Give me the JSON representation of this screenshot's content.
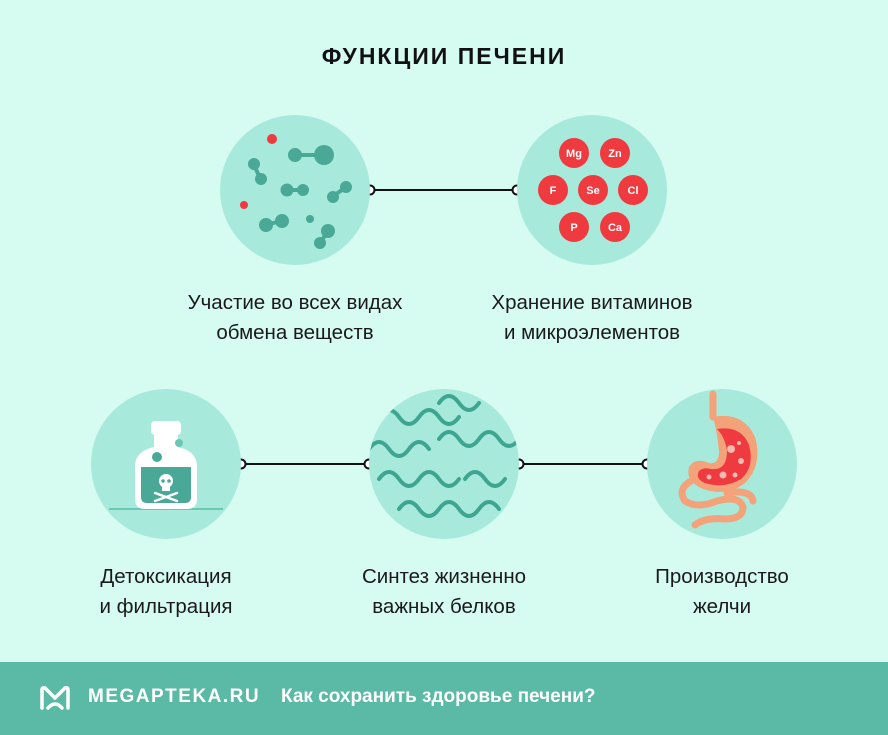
{
  "title": "ФУНКЦИИ ПЕЧЕНИ",
  "functions": [
    {
      "line1": "Участие во всех видах",
      "line2": "обмена веществ",
      "icon": "molecules-icon"
    },
    {
      "line1": "Хранение витаминов",
      "line2": "и микроэлементов",
      "icon": "elements-icon"
    },
    {
      "line1": "Детоксикация",
      "line2": "и фильтрация",
      "icon": "poison-bottle-icon"
    },
    {
      "line1": "Синтез жизненно",
      "line2": "важных белков",
      "icon": "protein-strands-icon"
    },
    {
      "line1": "Производство",
      "line2": "желчи",
      "icon": "stomach-intestine-icon"
    }
  ],
  "elements": [
    "Mg",
    "Zn",
    "F",
    "Se",
    "Cl",
    "P",
    "Ca"
  ],
  "footer": {
    "brand": "MEGAPTEKA.RU",
    "tagline": "Как сохранить здоровье печени?"
  },
  "colors": {
    "background": "#d6fbf1",
    "circle": "#a7eadc",
    "accent": "#5bbaa5",
    "red": "#ef3a3f"
  }
}
